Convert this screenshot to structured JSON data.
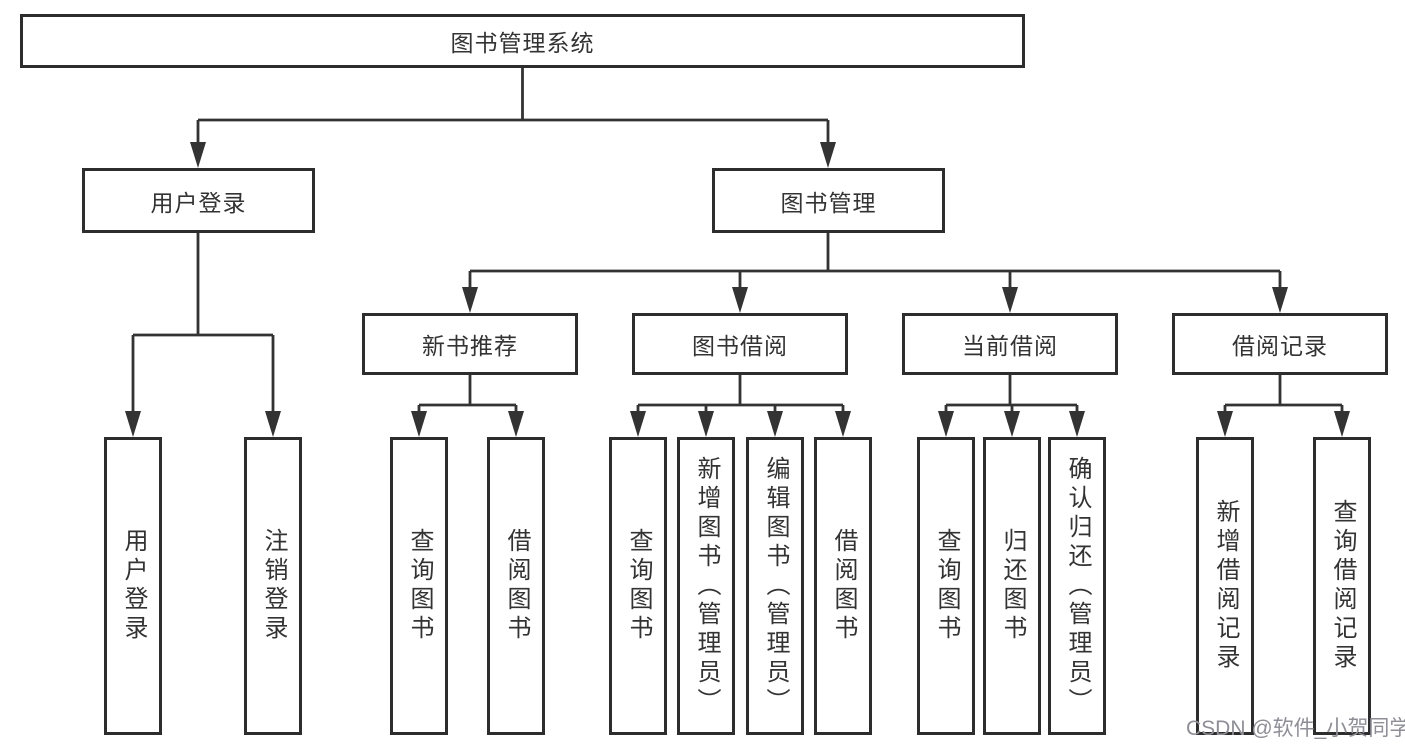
{
  "colors": {
    "line": "#333333",
    "box_border": "#2d2d2d",
    "box_fill": "#ffffff",
    "text": "#333333",
    "watermark_text": "#8e8e96",
    "background": "#ffffff"
  },
  "watermark": "CSDN @软件_小贺同学",
  "tree": {
    "root": {
      "label": "图书管理系统"
    },
    "children": [
      {
        "label": "用户登录",
        "children": [
          {
            "label": "用户登录"
          },
          {
            "label": "注销登录"
          }
        ]
      },
      {
        "label": "图书管理",
        "children": [
          {
            "label": "新书推荐",
            "children": [
              {
                "label": "查询图书"
              },
              {
                "label": "借阅图书"
              }
            ]
          },
          {
            "label": "图书借阅",
            "children": [
              {
                "label": "查询图书"
              },
              {
                "label": "新增图书（管理员）"
              },
              {
                "label": "编辑图书（管理员）"
              },
              {
                "label": "借阅图书"
              }
            ]
          },
          {
            "label": "当前借阅",
            "children": [
              {
                "label": "查询图书"
              },
              {
                "label": "归还图书"
              },
              {
                "label": "确认归还（管理员）"
              }
            ]
          },
          {
            "label": "借阅记录",
            "children": [
              {
                "label": "新增借阅记录"
              },
              {
                "label": "查询借阅记录"
              }
            ]
          }
        ]
      }
    ]
  }
}
